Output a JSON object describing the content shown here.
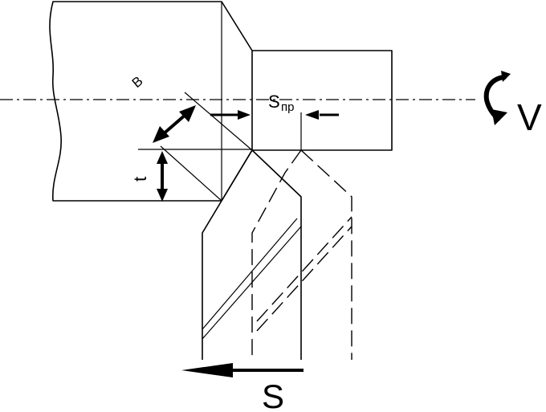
{
  "labels": {
    "width_symbol": "B",
    "depth_symbol": "t",
    "overrun_symbol": "S",
    "overrun_subscript": "пр",
    "rotation_symbol": "V",
    "feed_symbol": "S"
  },
  "icons": {
    "rotation": "curved-arrow-icon",
    "feed": "arrow-left-icon"
  },
  "colors": {
    "stroke": "#000000",
    "background": "#ffffff"
  }
}
